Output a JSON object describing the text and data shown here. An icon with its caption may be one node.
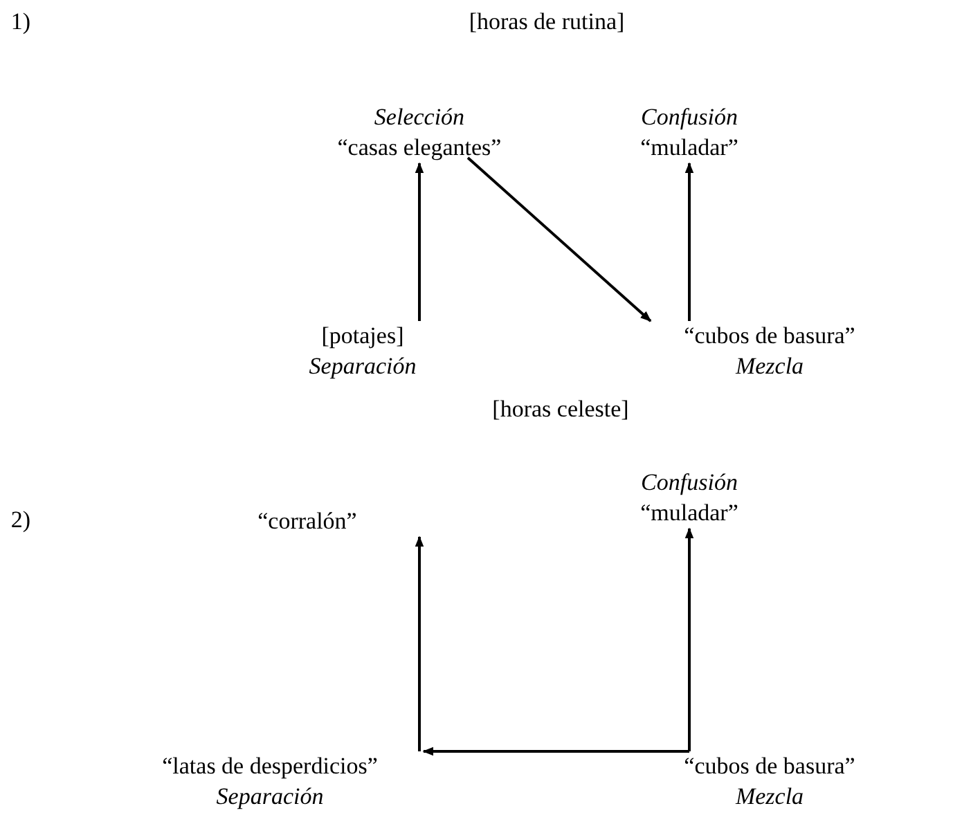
{
  "diagram": {
    "nodes": [
      {
        "text": [
          "Selección",
          "“casas elegantes”"
        ]
      },
      {
        "text": [
          "Confusión",
          "“muladar”"
        ]
      },
      {
        "text": [
          "[potajes]",
          "Separación"
        ]
      },
      {
        "text": [
          "“cubos de basura”",
          "Mezcla"
        ]
      },
      {
        "text": [
          "“corralón”"
        ]
      },
      {
        "text": [
          "Confusión",
          "“muladar”"
        ]
      },
      {
        "text": [
          "“latas de desperdicios”",
          "Separación"
        ]
      },
      {
        "text": [
          "“cubos de basura”",
          "Mezcla"
        ]
      }
    ],
    "edges": [
      {
        "from": 2,
        "to": 0,
        "arrow": "to"
      },
      {
        "from": 0,
        "to": 3,
        "arrow": "to"
      },
      {
        "from": 3,
        "to": 1,
        "arrow": "to"
      },
      {
        "from": 6,
        "to": 4,
        "arrow": "to"
      },
      {
        "from": 7,
        "to": 6,
        "arrow": "to"
      },
      {
        "from": 7,
        "to": 5,
        "arrow": "to"
      }
    ],
    "labels": [
      "1)",
      "[horas de rutina]",
      "[horas celeste]",
      "2)"
    ]
  }
}
